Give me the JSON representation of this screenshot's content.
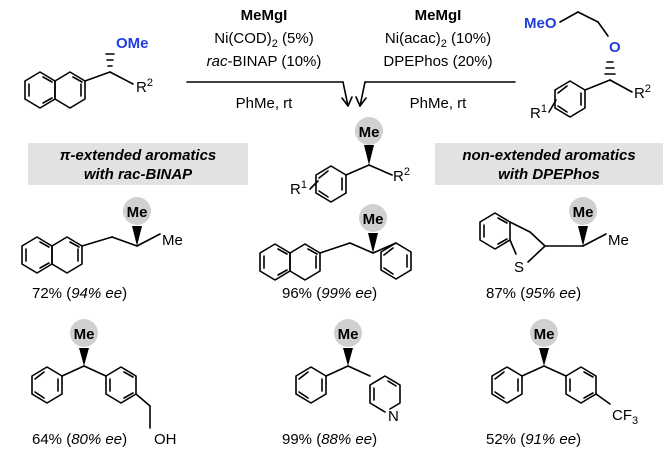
{
  "colors": {
    "methoxy_blue": "#1f3fdc",
    "highlight_circle": "#d0d0d0",
    "banner_gray": "#e2e2e2"
  },
  "left_reaction": {
    "reagent": "MeMgI",
    "catalyst": "Ni(COD)",
    "catalyst_sub": "2",
    "catalyst_loading": " (5%)",
    "ligand_prefix": "rac",
    "ligand_rest": "-BINAP (10%)",
    "solvent": "PhMe, rt"
  },
  "right_reaction": {
    "reagent": "MeMgI",
    "catalyst": "Ni(acac)",
    "catalyst_sub": "2",
    "catalyst_loading": " (10%)",
    "ligand": "DPEPhos (20%)",
    "solvent": "PhMe, rt"
  },
  "labels": {
    "ome": "OMe",
    "meo": "MeO",
    "o": "O",
    "r": "R",
    "sup1": "1",
    "sup2": "2",
    "me": "Me",
    "et_tail": "Me",
    "s": "S",
    "n": "N",
    "oh": "OH",
    "cf": "CF",
    "sub3": "3"
  },
  "banners": {
    "left_line1_prefix": "π",
    "left_line1_rest": "-extended aromatics",
    "left_line2": "with rac-BINAP",
    "right_line1": "non-extended aromatics",
    "right_line2": "with DPEPhos"
  },
  "products": [
    {
      "yield": "72%",
      "ee_open": " (",
      "ee": "94% ee",
      "ee_close": ")"
    },
    {
      "yield": "96%",
      "ee_open": " (",
      "ee": "99% ee",
      "ee_close": ")"
    },
    {
      "yield": "87%",
      "ee_open": " (",
      "ee": "95% ee",
      "ee_close": ")"
    },
    {
      "yield": "64%",
      "ee_open": " (",
      "ee": "80% ee",
      "ee_close": ")"
    },
    {
      "yield": "99%",
      "ee_open": " (",
      "ee": "88% ee",
      "ee_close": ")"
    },
    {
      "yield": "52%",
      "ee_open": " (",
      "ee": "91% ee",
      "ee_close": ")"
    }
  ]
}
